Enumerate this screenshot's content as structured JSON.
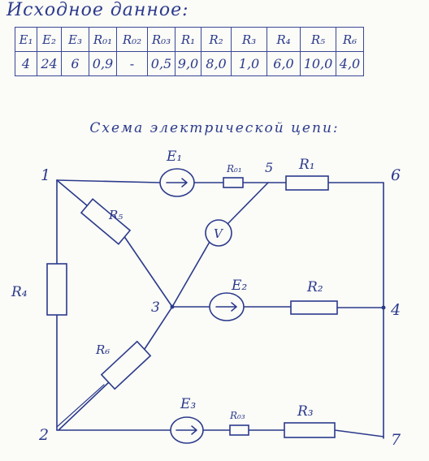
{
  "heading": "Исходное данное:",
  "table": {
    "headers": [
      "E₁",
      "E₂",
      "E₃",
      "R₀₁",
      "R₀₂",
      "R₀₃",
      "R₁",
      "R₂",
      "R₃",
      "R₄",
      "R₅",
      "R₆"
    ],
    "values": [
      "4",
      "24",
      "6",
      "0,9",
      "-",
      "0,5",
      "9,0",
      "8,0",
      "1,0",
      "6,0",
      "10,0",
      "4,0"
    ]
  },
  "schema_title": "Схема электрической цепи:",
  "circuit": {
    "nodes": {
      "n1": "1",
      "n2": "2",
      "n3": "3",
      "n4": "4",
      "n5": "5",
      "n6": "6",
      "n7": "7"
    },
    "labels": {
      "E1": "E₁",
      "E2": "E₂",
      "E3": "E₃",
      "R01": "R₀₁",
      "R03": "R₀₃",
      "R1": "R₁",
      "R2": "R₂",
      "R3": "R₃",
      "R4": "R₄",
      "R5": "R₅",
      "R6": "R₆",
      "voltmeter": "V"
    }
  }
}
